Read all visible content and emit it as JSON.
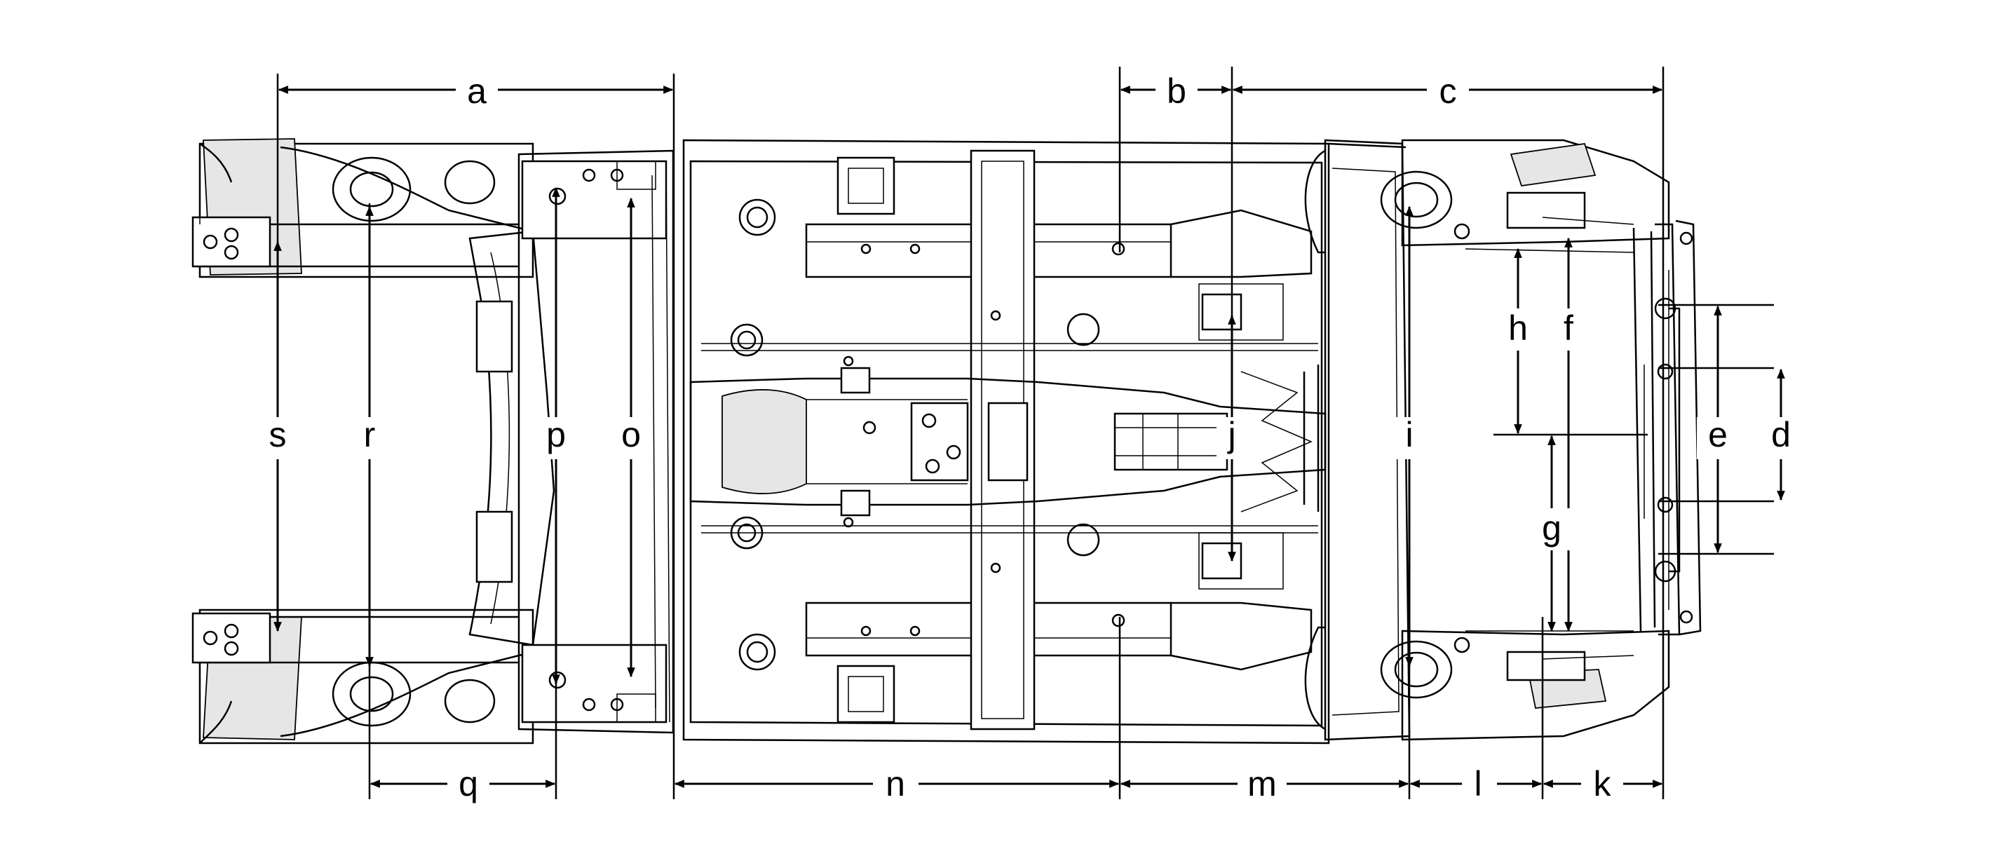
{
  "dimension_labels": {
    "a": "a",
    "b": "b",
    "c": "c",
    "d": "d",
    "e": "e",
    "f": "f",
    "g": "g",
    "h": "h",
    "i": "i",
    "j": "j",
    "k": "k",
    "l": "l",
    "m": "m",
    "n": "n",
    "o": "o",
    "p": "p",
    "q": "q",
    "r": "r",
    "s": "s"
  }
}
